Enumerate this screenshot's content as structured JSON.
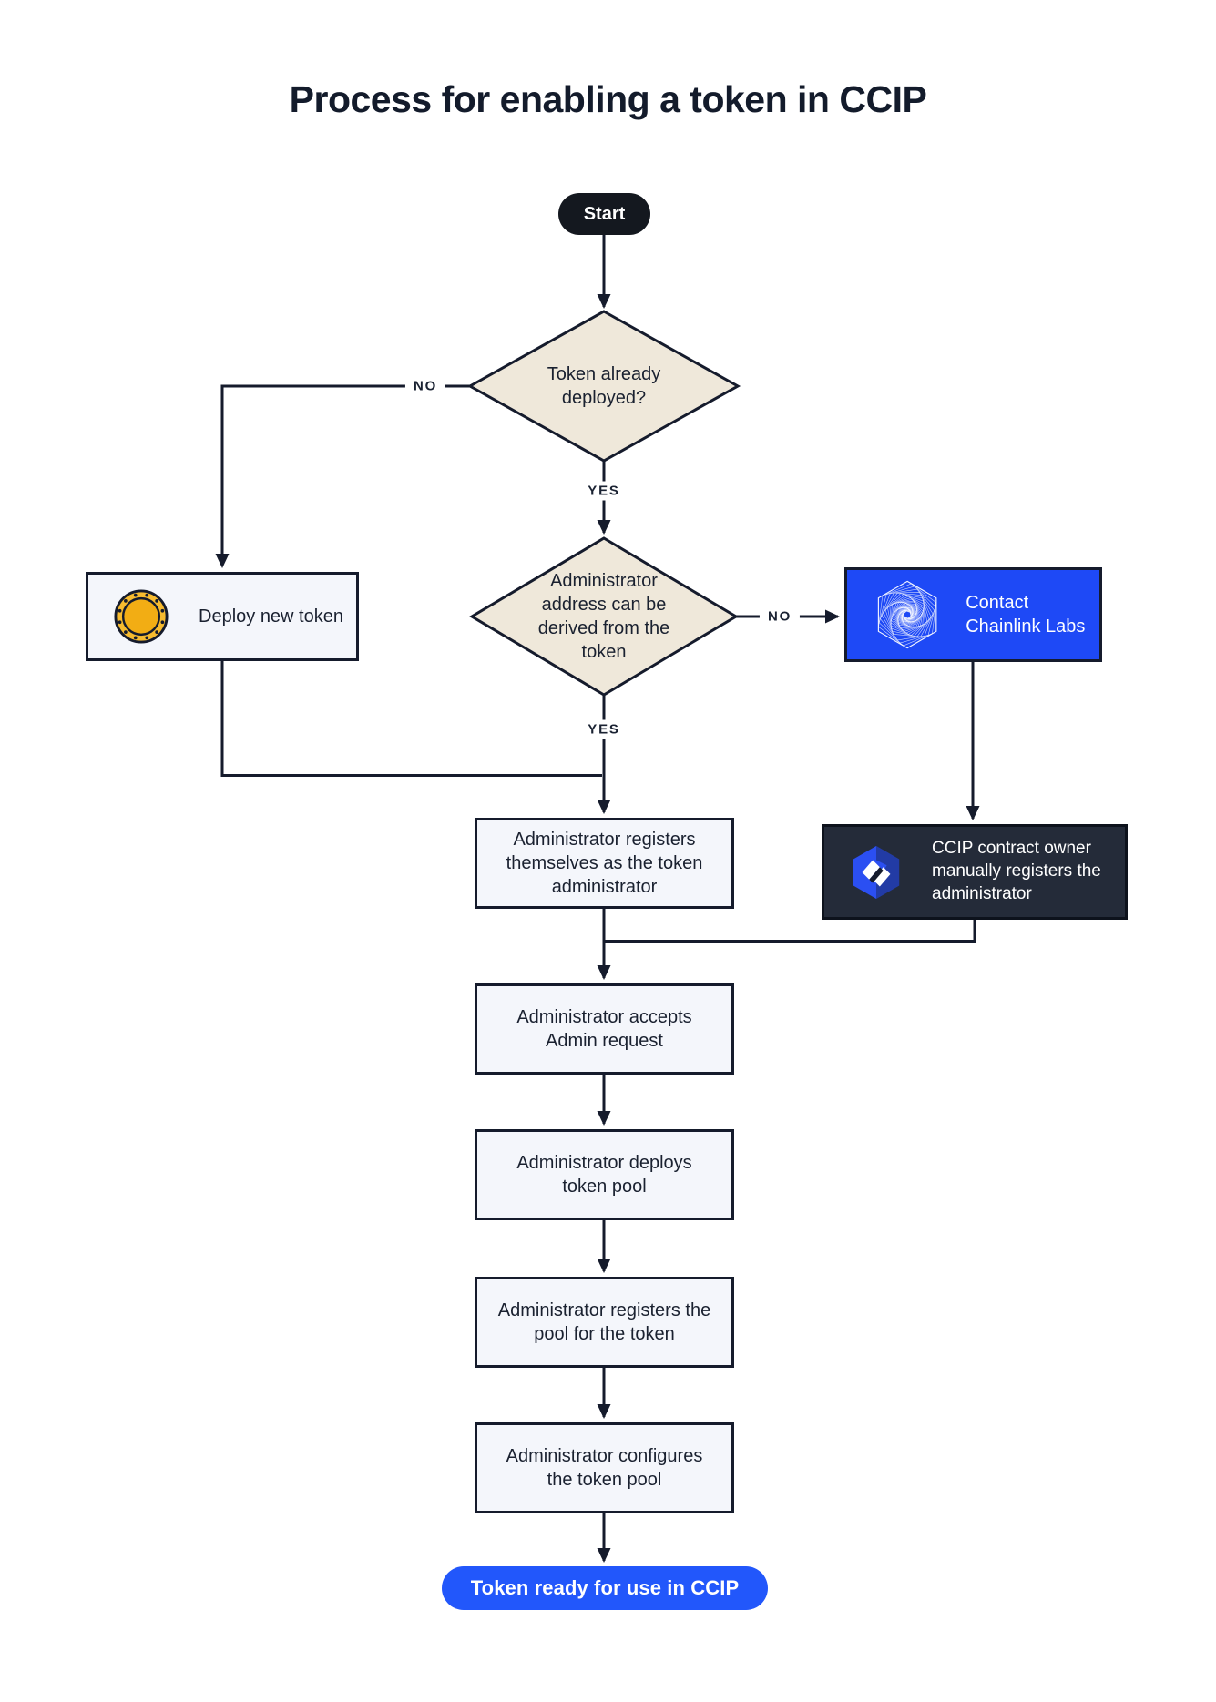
{
  "diagram": {
    "title": "Process for enabling a token in CCIP",
    "start_label": "Start",
    "decision1": {
      "text": "Token already deployed?",
      "no_label": "NO",
      "yes_label": "YES"
    },
    "decision2": {
      "text": "Administrator address can be derived from the token",
      "no_label": "NO",
      "yes_label": "YES"
    },
    "deploy_box": {
      "label": "Deploy new token",
      "icon": "coin-icon"
    },
    "contact_box": {
      "label": "Contact Chainlink Labs",
      "icon": "chainlink-labs-logo-icon"
    },
    "ccip_owner_box": {
      "label": "CCIP contract owner manually registers the administrator",
      "icon": "ccip-hexagon-logo-icon"
    },
    "steps": [
      "Administrator registers themselves as the token administrator",
      "Administrator accepts Admin request",
      "Administrator deploys token pool",
      "Administrator registers the pool for the token",
      "Administrator configures the token pool"
    ],
    "end_label": "Token ready for use in CCIP",
    "colors": {
      "line": "#151B2C",
      "diamond_fill": "#EFE8DA",
      "box_fill": "#F4F6FB",
      "accent_blue": "#1E49F6",
      "end_pill_blue": "#2257FB",
      "dark_box_fill": "#242B39",
      "start_pill": "#14181F",
      "coin_gold_outer": "#F7BB2F",
      "coin_gold_inner": "#F2AD14",
      "text_dark": "#1A2130"
    }
  }
}
